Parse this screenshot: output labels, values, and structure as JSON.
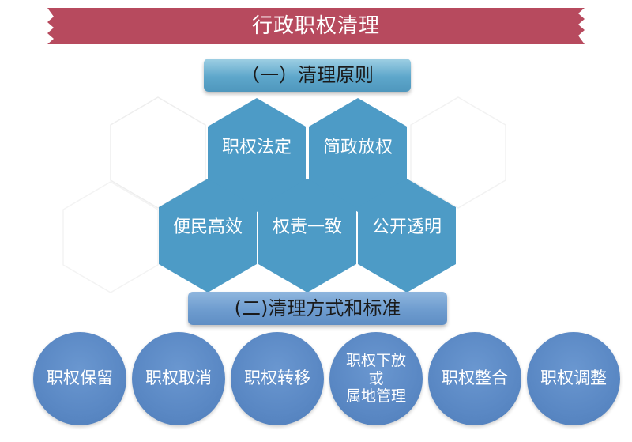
{
  "banner": {
    "title": "行政职权清理",
    "color": "#b74a5e"
  },
  "section1": {
    "label": "（一）清理原则"
  },
  "principles": [
    {
      "label": "职权法定"
    },
    {
      "label": "简政放权"
    },
    {
      "label": "便民高效"
    },
    {
      "label": "权责一致"
    },
    {
      "label": "公开透明"
    }
  ],
  "section2": {
    "label": "(二)清理方式和标准"
  },
  "methods": [
    {
      "label": "职权保留"
    },
    {
      "label": "职权取消"
    },
    {
      "label": "职权转移"
    },
    {
      "label": "职权下放\n或\n属地管理"
    },
    {
      "label": "职权整合"
    },
    {
      "label": "职权调整"
    }
  ],
  "colors": {
    "hex": "#4d9bc6",
    "circle": "#5a88c4"
  }
}
